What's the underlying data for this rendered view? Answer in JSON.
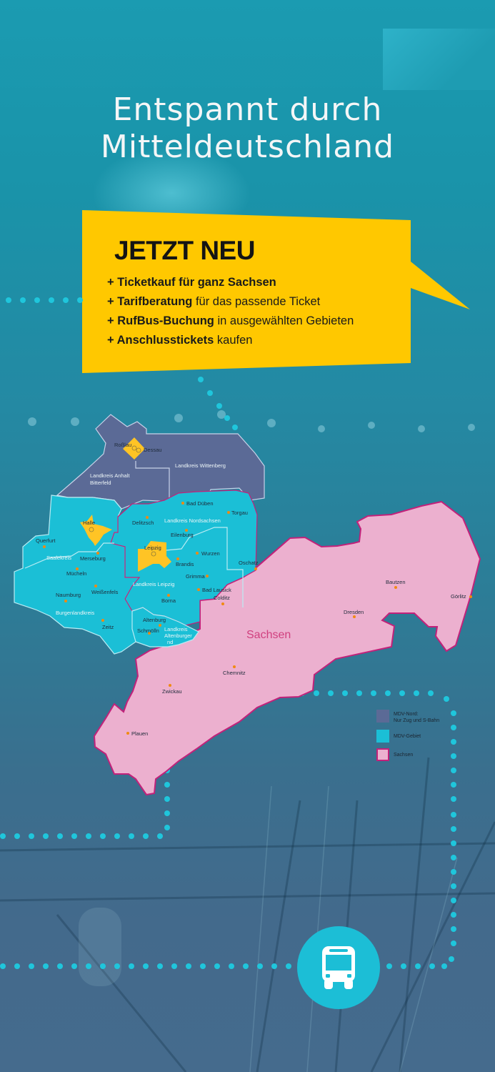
{
  "header": {
    "title_line1": "Entspannt durch",
    "title_line2": "Mitteldeutschland"
  },
  "promo": {
    "heading": "JETZT NEU",
    "features": [
      {
        "prefix": "+ ",
        "bold": "Ticketkauf für ganz Sachsen",
        "rest": ""
      },
      {
        "prefix": "+ ",
        "bold": "Tarifberatung",
        "rest": " für das passende Ticket"
      },
      {
        "prefix": "+ ",
        "bold": "RufBus-Buchung",
        "rest": " in ausgewählten Gebieten"
      },
      {
        "prefix": "+ ",
        "bold": "Anschlusstickets",
        "rest": " kaufen"
      }
    ],
    "background_color": "#ffc800"
  },
  "map": {
    "region_label_sachsen": "Sachsen",
    "districts": {
      "anhalt_bitterfeld": [
        "Landkreis Anhalt",
        "Bitterfeld"
      ],
      "wittenberg": "Landkreis Wittenberg",
      "nordsachsen": "Landkreis Nordsachsen",
      "saalekreis": "Saalekreis",
      "burgenlandkreis": "Burgenlandkreis",
      "leipzig_land": "Landkreis Leipzig",
      "altenburger": [
        "Landkreis",
        "Altenburger",
        "nd"
      ]
    },
    "cities": {
      "rosslau": "Roßlau",
      "dessau": "Dessau",
      "halle": "Halle",
      "leipzig": "Leipzig",
      "bad_dueben": "Bad Düben",
      "torgau": "Torgau",
      "delitzsch": "Delitzsch",
      "eilenburg": "Eilenburg",
      "querfurt": "Querfurt",
      "merseburg": "Merseburg",
      "muecheln": "Mücheln",
      "wurzen": "Wurzen",
      "brandis": "Brandis",
      "oschatz": "Oschatz",
      "grimma": "Grimma",
      "bad_lausick": "Bad Lausick",
      "colditz": "Colditz",
      "borna": "Borna",
      "naumburg": "Naumburg",
      "weissenfels": "Weißenfels",
      "zeitz": "Zeitz",
      "altenburg": "Altenburg",
      "schmoelln": "Schmölln",
      "bautzen": "Bautzen",
      "goerlitz": "Görlitz",
      "dresden": "Dresden",
      "chemnitz": "Chemnitz",
      "zwickau": "Zwickau",
      "plauen": "Plauen"
    },
    "colors": {
      "mdv_nord": "#5b6a96",
      "mdv_gebiet": "#1bbfd6",
      "sachsen": "#ecb0cf",
      "sachsen_border": "#c2217a",
      "city_highlight": "#ffc425",
      "city_dot": "#f08a12"
    }
  },
  "legend": {
    "items": [
      {
        "label_line1": "MDV-Nord:",
        "label_line2": "Nur Zug und S-Bahn",
        "color": "#5b6a96"
      },
      {
        "label_line1": "MDV-Gebiet",
        "label_line2": "",
        "color": "#1bbfd6"
      },
      {
        "label_line1": "Sachsen",
        "label_line2": "",
        "color": "#ecb0cf"
      }
    ]
  },
  "footer": {
    "bus_icon": "bus-icon",
    "accent": "#1cbed6"
  }
}
